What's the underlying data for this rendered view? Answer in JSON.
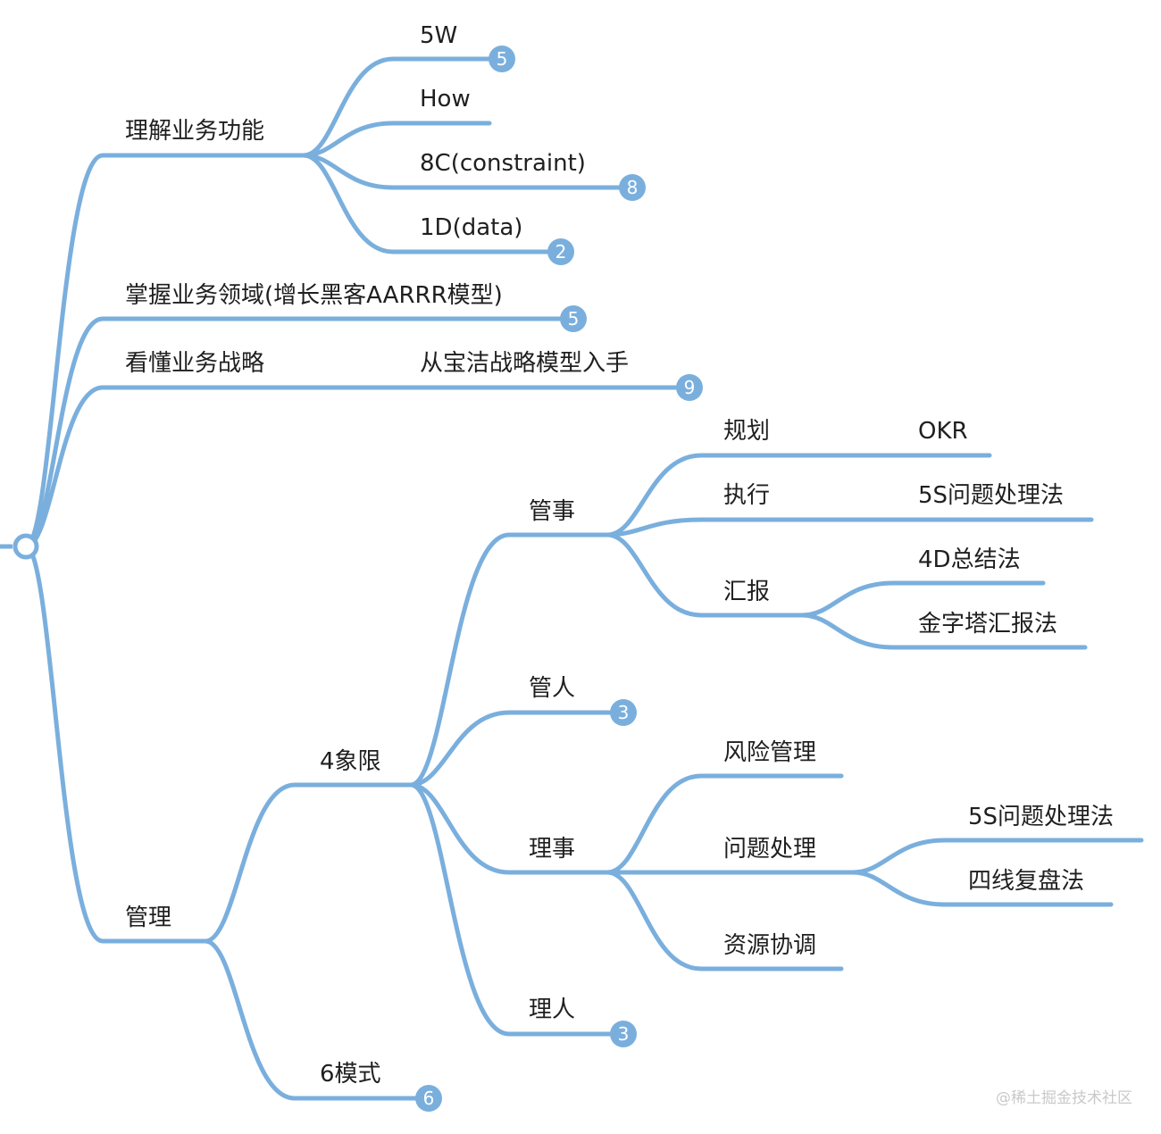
{
  "colors": {
    "line": "#7aafdd",
    "badge": "#7aafdd",
    "text": "#1f1f1f",
    "watermark": "#c9c9c9"
  },
  "labels": {
    "n_5w": "5W",
    "n_how": "How",
    "n_8c": "8C(constraint)",
    "n_1d": "1D(data)",
    "n_lijie": "理解业务功能",
    "n_zhangwo": "掌握业务领域(增长黑客AARRR模型)",
    "n_kandong": "看懂业务战略",
    "n_baojie": "从宝洁战略模型入手",
    "n_guihua": "规划",
    "n_okr": "OKR",
    "n_zhixing": "执行",
    "n_5s_a": "5S问题处理法",
    "n_4d": "4D总结法",
    "n_huibao": "汇报",
    "n_jinzita": "金字塔汇报法",
    "n_guanshi": "管事",
    "n_guanren": "管人",
    "n_fengxian": "风险管理",
    "n_wenti": "问题处理",
    "n_5s_b": "5S问题处理法",
    "n_sixian": "四线复盘法",
    "n_ziyuan": "资源协调",
    "n_lishi": "理事",
    "n_liren": "理人",
    "n_4xiang": "4象限",
    "n_guanli": "管理",
    "n_6moshi": "6模式"
  },
  "badges": {
    "b_5w": "5",
    "b_8c": "8",
    "b_1d": "2",
    "b_zhangwo": "5",
    "b_kandong": "9",
    "b_guanren": "3",
    "b_liren": "3",
    "b_6moshi": "6"
  },
  "watermark": "@稀土掘金技术社区"
}
